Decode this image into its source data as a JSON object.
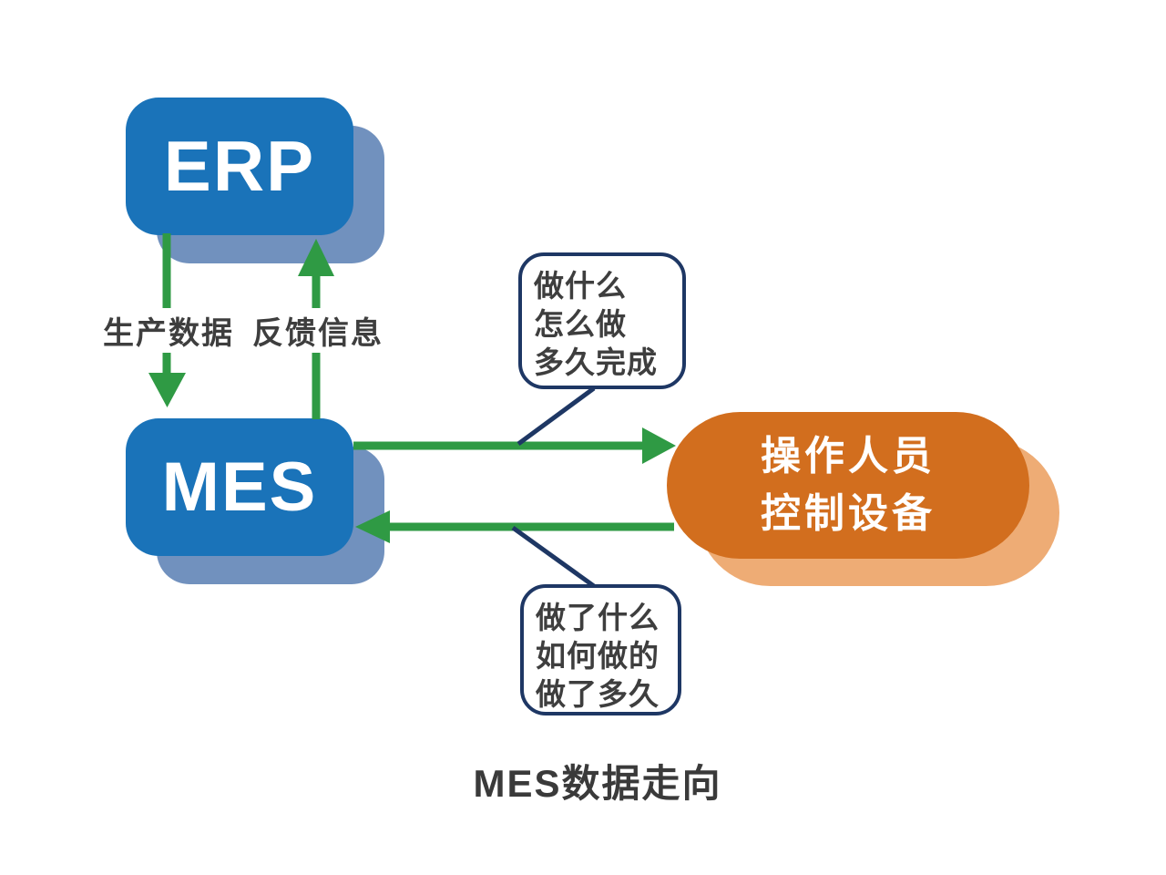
{
  "diagram": {
    "caption": "MES数据走向",
    "nodes": {
      "erp": {
        "label": "ERP"
      },
      "mes": {
        "label": "MES"
      },
      "operator": {
        "line1": "操作人员",
        "line2": "控制设备"
      }
    },
    "flows": {
      "erp_to_mes": {
        "label": "生产数据",
        "direction": "ERP → MES"
      },
      "mes_to_erp": {
        "label": "反馈信息",
        "direction": "MES → ERP"
      },
      "mes_to_operator": {
        "callout_lines": [
          "做什么",
          "怎么做",
          "多久完成"
        ]
      },
      "operator_to_mes": {
        "callout_lines": [
          "做了什么",
          "如何做的",
          "做了多久"
        ]
      }
    },
    "colors": {
      "node_blue": "#1a73b9",
      "node_blue_shadow": "#7191be",
      "arrow_green": "#2f9a44",
      "operator_orange": "#d26e1e",
      "operator_orange_shadow": "#eeac75",
      "callout_border_navy": "#1e3764",
      "text_gray": "#3e3e3e",
      "background": "#ffffff"
    }
  }
}
